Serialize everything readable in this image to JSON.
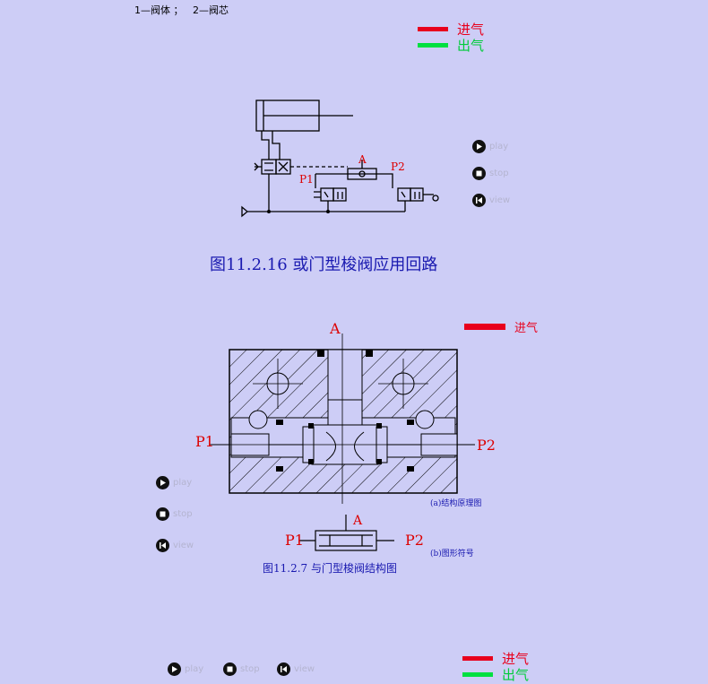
{
  "top_note": "1—阀体 ；   2—阀芯",
  "legend_top": {
    "in_label": "进气",
    "out_label": "出气",
    "in_color": "#e8001c",
    "out_color": "#00e040"
  },
  "legend_mid": {
    "in_label": "进气"
  },
  "legend_bottom": {
    "in_label": "进气",
    "out_label": "出气"
  },
  "controls1": {
    "play": "play",
    "stop": "stop",
    "view": "view"
  },
  "controls2": {
    "play": "play",
    "stop": "stop",
    "view": "view"
  },
  "controls3": {
    "play": "play",
    "stop": "stop",
    "view": "view"
  },
  "circuit": {
    "port_a": "A",
    "port_p1": "P1",
    "port_p2": "P2"
  },
  "fig1_title": "图11.2.16 或门型梭阀应用回路",
  "section": {
    "port_a": "A",
    "port_p1": "P1",
    "port_p2": "P2",
    "caption_a": "(a)结构原理图"
  },
  "symbol": {
    "port_a": "A",
    "port_p1": "P1",
    "port_p2": "P2",
    "caption_b": "(b)图形符号"
  },
  "fig2_title": "图11.2.7   与门型梭阀结构图"
}
